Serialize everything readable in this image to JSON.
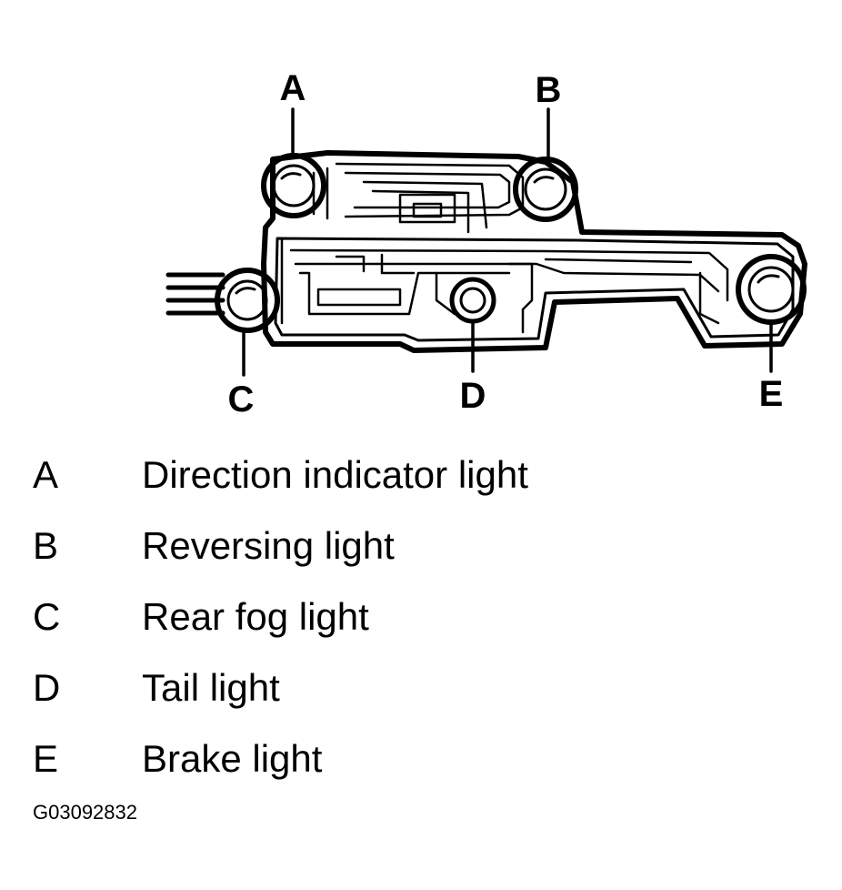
{
  "diagram": {
    "callouts": [
      "A",
      "B",
      "C",
      "D",
      "E"
    ]
  },
  "legend": [
    {
      "key": "A",
      "label": "Direction indicator light"
    },
    {
      "key": "B",
      "label": "Reversing light"
    },
    {
      "key": "C",
      "label": "Rear fog light"
    },
    {
      "key": "D",
      "label": "Tail light"
    },
    {
      "key": "E",
      "label": "Brake light"
    }
  ],
  "figure_code": "G03092832",
  "colors": {
    "ink": "#000000",
    "background": "#ffffff"
  }
}
